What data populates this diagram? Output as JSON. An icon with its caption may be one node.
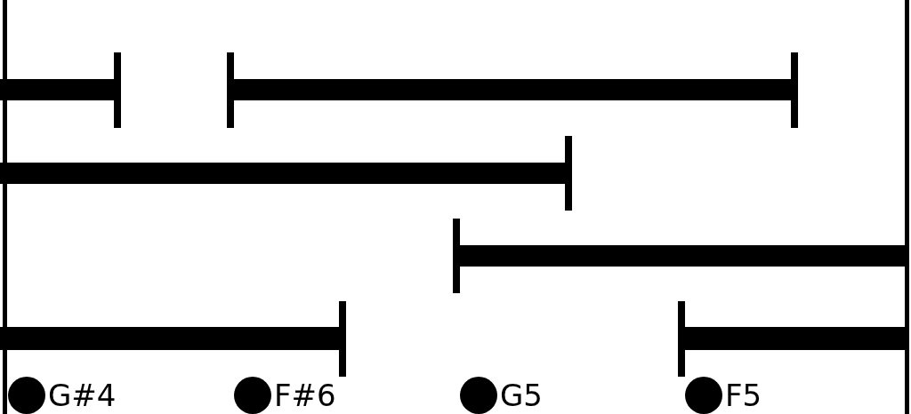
{
  "diagram": {
    "labels": [
      "G#4",
      "F#6",
      "G5",
      "F5"
    ]
  }
}
